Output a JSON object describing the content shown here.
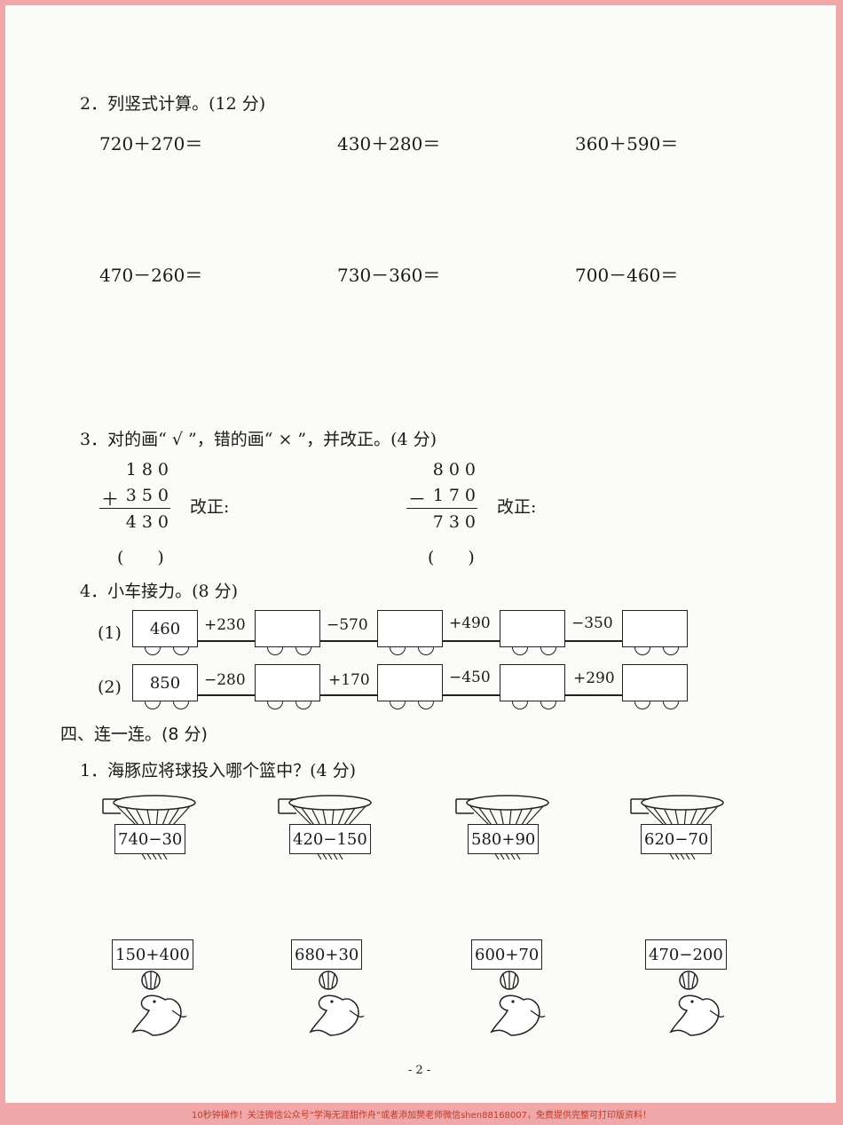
{
  "q2": {
    "title": "2．列竖式计算。(12 分)",
    "row1": [
      "720＋270＝",
      "430＋280＝",
      "360＋590＝"
    ],
    "row2": [
      "470－260＝",
      "730－360＝",
      "700－460＝"
    ]
  },
  "q3": {
    "title": "3．对的画“ √ ”，错的画“ × ”，并改正。(4 分)",
    "items": [
      {
        "top": "180",
        "op": "＋",
        "bottom": "350",
        "result": "430",
        "correct_label": "改正:",
        "paren": "(　　)"
      },
      {
        "top": "800",
        "op": "－",
        "bottom": "170",
        "result": "730",
        "correct_label": "改正:",
        "paren": "(　　)"
      }
    ]
  },
  "q4": {
    "title": "4．小车接力。(8 分)",
    "rows": [
      {
        "label": "(1)",
        "start": "460",
        "ops": [
          "+230",
          "−570",
          "+490",
          "−350"
        ]
      },
      {
        "label": "(2)",
        "start": "850",
        "ops": [
          "−280",
          "+170",
          "−450",
          "+290"
        ]
      }
    ]
  },
  "sec4": {
    "title": "四、连一连。(8 分)",
    "q1_title": "1．海豚应将球投入哪个篮中？(4 分)",
    "baskets": [
      "740−30",
      "420−150",
      "580+90",
      "620−70"
    ],
    "dolphins": [
      "150+400",
      "680+30",
      "600+70",
      "470−200"
    ]
  },
  "page_number": "- 2 -",
  "footer": "10秒钟操作！关注微信公众号“学海无涯甜作舟”或者添加樊老师微信shen88168007，免费提供完整可打印版资料！"
}
